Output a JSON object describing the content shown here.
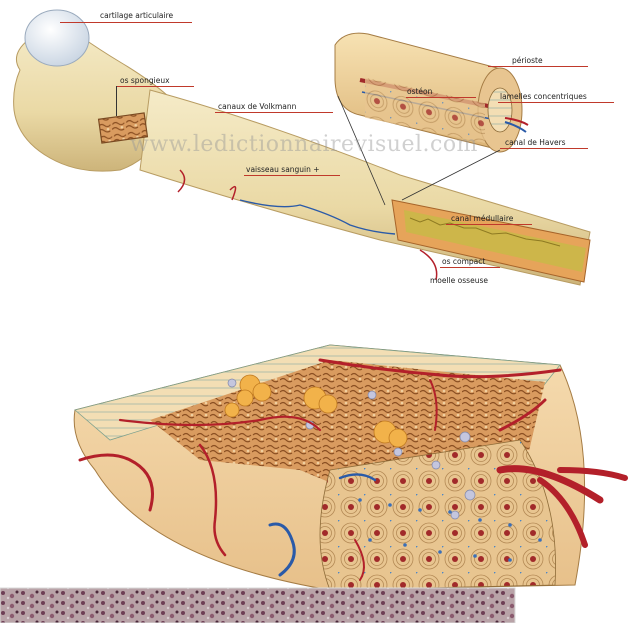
{
  "labels": {
    "cartilage": "cartilage articulaire",
    "spongy": "os spongieux",
    "periosteum": "périoste",
    "osteon": "ostéon",
    "lamellae": "lamelles concentriques",
    "volkmann": "canaux de Volkmann",
    "havers": "canal de Havers",
    "vessel": "vaisseau sanguin +",
    "medullary": "canal médullaire",
    "compact": "os compact",
    "marrow": "moelle osseuse"
  },
  "watermark": "www.ledictionnairevisuel.com",
  "colors": {
    "bone": "#efe2b6",
    "bone_shadow": "#d9c48e",
    "cartilage": "#f2f6fb",
    "artery": "#b3202a",
    "vein": "#2a5aa8",
    "marrow": "#c9b040",
    "label_rule": "#c0392b",
    "spongy": "#c98c52",
    "fat": "#f2b24a"
  }
}
